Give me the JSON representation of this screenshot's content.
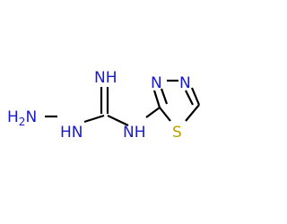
{
  "molecule": {
    "atoms": {
      "amino_n": "H2N",
      "hydrazine_nh": "HN",
      "imine_nh": "NH",
      "amide_nh": "NH",
      "ring_n1": "N",
      "ring_n2": "N",
      "ring_s": "S"
    },
    "colors": {
      "bond": "#000000",
      "nitrogen": "#1a1acd",
      "sulfur": "#b8a000"
    }
  }
}
